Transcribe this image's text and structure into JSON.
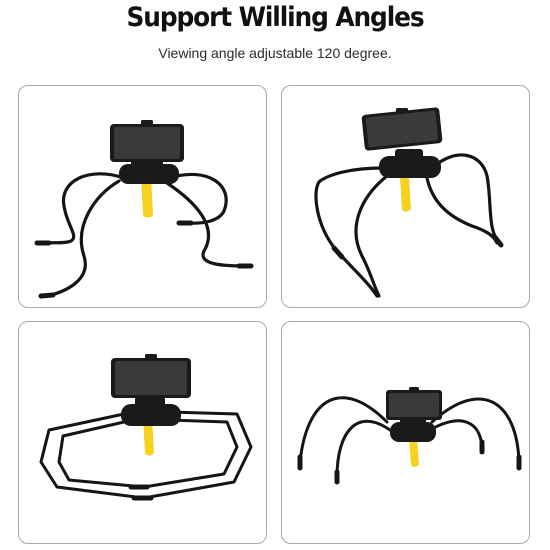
{
  "header": {
    "title": "Support Willing Angles",
    "subtitle": "Viewing angle adjustable 120 degree."
  },
  "colors": {
    "strap": "#f4d21f",
    "body": "#1a1a1a",
    "leg": "#151515",
    "screen": "#3a3a3a",
    "panel_border": "#a9a9a9"
  },
  "panels": [
    {
      "pose": "spider-legs-spread"
    },
    {
      "pose": "table-stand"
    },
    {
      "pose": "rectangular-frame"
    },
    {
      "pose": "tall-arched-legs"
    }
  ]
}
